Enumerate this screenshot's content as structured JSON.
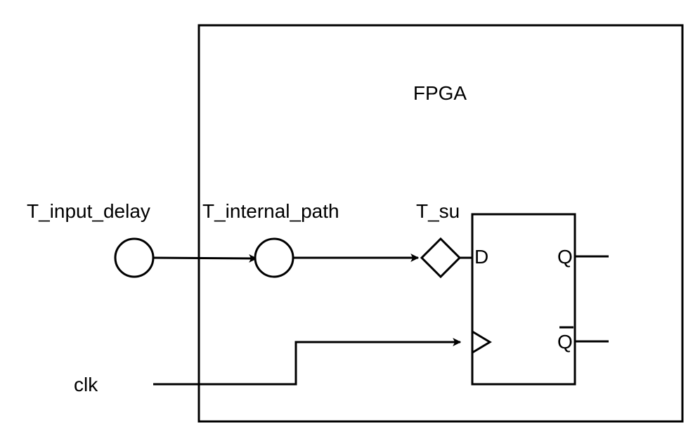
{
  "diagram": {
    "fpga_label": "FPGA",
    "input_delay_label": "T_input_delay",
    "internal_path_label": "T_internal_path",
    "setup_label": "T_su",
    "clock_label": "clk",
    "flipflop": {
      "d_pin": "D",
      "q_pin": "Q",
      "qbar_pin": "Q"
    },
    "line_color": "#000000"
  }
}
